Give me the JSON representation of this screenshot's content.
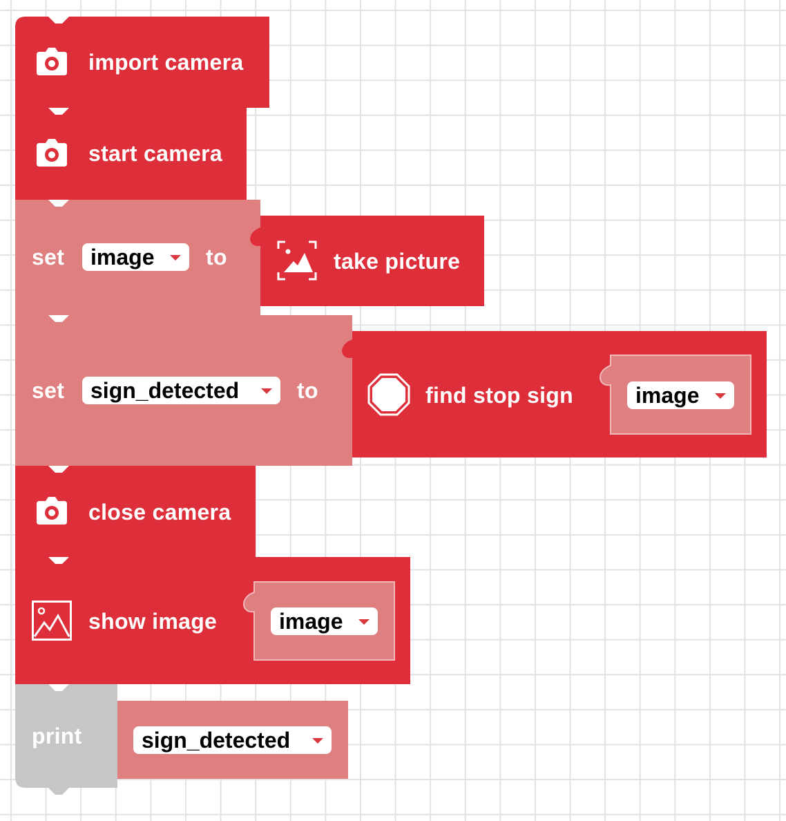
{
  "colors": {
    "block": "#dd2e3a",
    "value_block": "#df7f80",
    "print_block": "#c6c6c6",
    "grid": "#e2e2e2",
    "background": "#ffffff"
  },
  "blocks": {
    "import_camera": {
      "label": "import camera",
      "icon": "camera-icon"
    },
    "start_camera": {
      "label": "start camera",
      "icon": "camera-icon"
    },
    "set_image": {
      "set_label": "set",
      "variable": "image",
      "to_label": "to",
      "value": {
        "label": "take picture",
        "icon": "picture-frame-icon"
      }
    },
    "set_sign": {
      "set_label": "set",
      "variable": "sign_detected",
      "to_label": "to",
      "value": {
        "label": "find stop sign",
        "icon": "stop-sign-icon",
        "argument": "image"
      }
    },
    "close_camera": {
      "label": "close camera",
      "icon": "camera-icon"
    },
    "show_image": {
      "label": "show image",
      "icon": "image-icon",
      "argument": "image"
    },
    "print": {
      "label": "print",
      "argument": "sign_detected"
    }
  }
}
